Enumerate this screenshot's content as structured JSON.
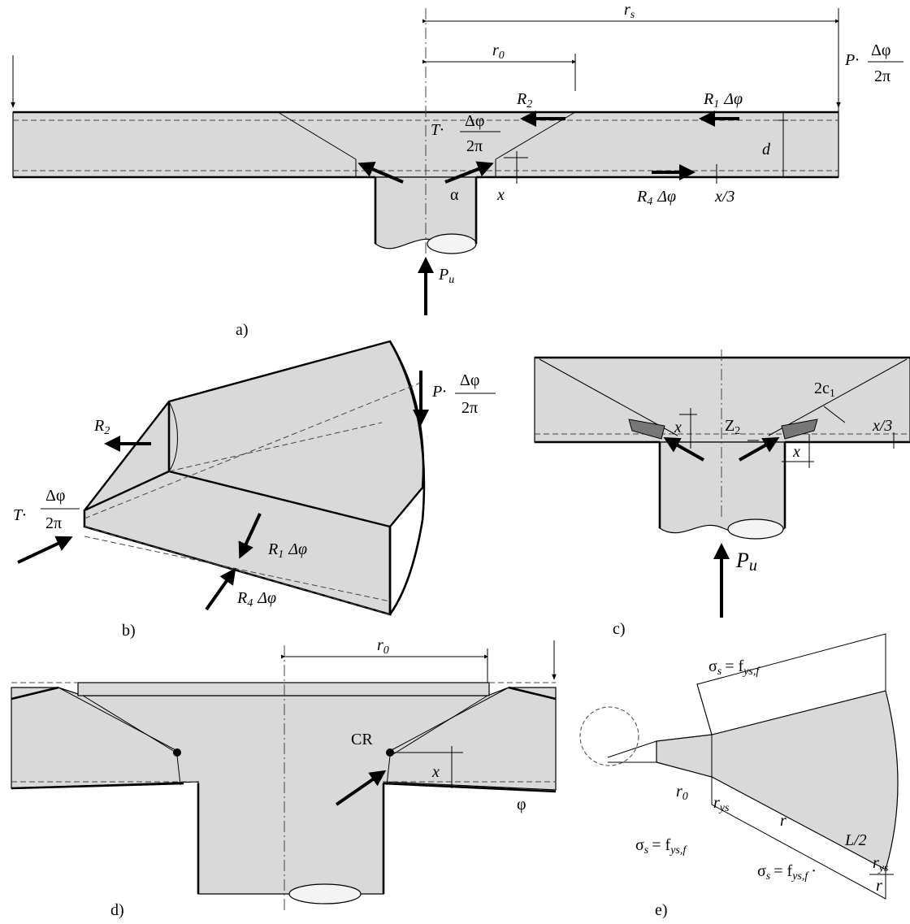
{
  "panel_a": {
    "caption": "a)",
    "r_s": "r",
    "r_s_sub": "s",
    "r_0": "r",
    "r_0_sub": "0",
    "P": "P·",
    "dphi": "Δφ",
    "two_pi": "2π",
    "T": "T·",
    "R2": "R",
    "R2_sub": "2",
    "R1": "R",
    "R1_sub": "1",
    "R1_tail": "Δφ",
    "R4": "R",
    "R4_sub": "4",
    "R4_tail": "Δφ",
    "d": "d",
    "alpha": "α",
    "x": "x",
    "x3": "x/3",
    "Pu": "P",
    "Pu_sub": "u"
  },
  "panel_b": {
    "caption": "b)",
    "R2": "R",
    "R2_sub": "2",
    "P": "P·",
    "dphi": "Δφ",
    "two_pi": "2π",
    "T": "T·",
    "R1": "R",
    "R1_sub": "1",
    "R1_tail": "Δφ",
    "R4": "R",
    "R4_sub": "4",
    "R4_tail": "Δφ"
  },
  "panel_c": {
    "caption": "c)",
    "c1": "2c",
    "c1_sub": "1",
    "x_left": "x",
    "z2": "Z",
    "z2_sub": "2",
    "x_right": "x",
    "x3": "x/3",
    "Pu": "P",
    "Pu_sub": "u"
  },
  "panel_d": {
    "caption": "d)",
    "r_0": "r",
    "r_0_sub": "0",
    "CR": "CR",
    "x": "x",
    "phi": "φ"
  },
  "panel_e": {
    "caption": "e)",
    "sig_top": "σ",
    "sig_top_sub": "s",
    "sig_top_eq": "= f",
    "sig_top_f_sub": "ys,f",
    "r0": "r",
    "r0_sub": "0",
    "rys": "r",
    "rys_sub": "ys",
    "r": "r",
    "L2": "L/2",
    "sig_bot": "σ",
    "sig_bot_sub": "s",
    "sig_bot_eq": "= f",
    "sig_bot_f_sub": "ys,f",
    "sig_frac": "σ",
    "sig_frac_sub": "s",
    "sig_frac_eq": "= f",
    "sig_frac_f_sub": "ys,f",
    "sig_frac_dot": "·",
    "frac_num": "r",
    "frac_num_sub": "ys",
    "frac_den": "r"
  }
}
